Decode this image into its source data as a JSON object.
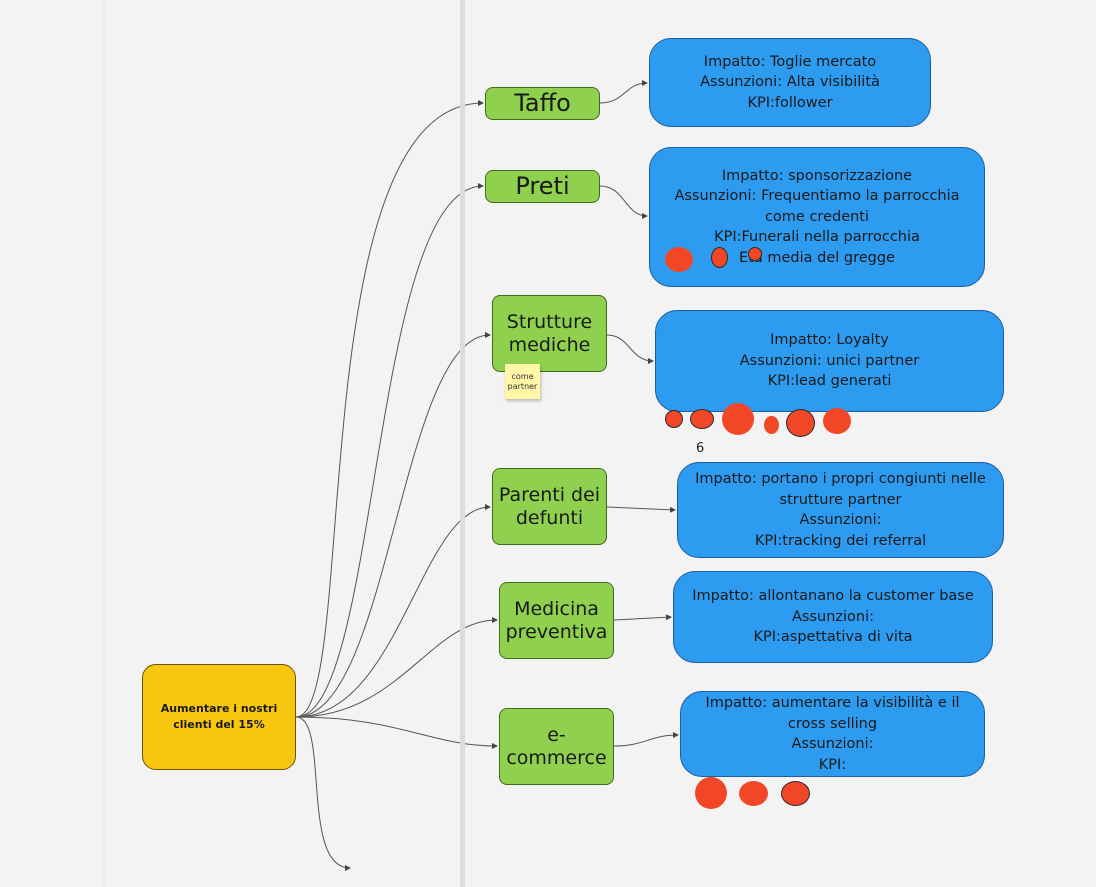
{
  "root": {
    "label": "Aumentare i nostri clienti del 15%"
  },
  "branches": [
    {
      "label": "Taffo",
      "detail": [
        "Impatto: Toglie mercato",
        "Assunzioni: Alta visibilità",
        "KPI:follower"
      ]
    },
    {
      "label": "Preti",
      "detail": [
        "Impatto: sponsorizzazione",
        "Assunzioni: Frequentiamo la parrocchia come credenti",
        "KPI:Funerali nella parrocchia",
        "Età media del gregge"
      ]
    },
    {
      "label": "Strutture mediche",
      "detail": [
        "Impatto: Loyalty",
        "Assunzioni: unici partner",
        "KPI:lead generati"
      ]
    },
    {
      "label": "Parenti dei defunti",
      "detail": [
        "Impatto: portano i propri congiunti nelle strutture partner",
        "Assunzioni:",
        "KPI:tracking dei referral"
      ]
    },
    {
      "label": "Medicina preventiva",
      "detail": [
        "Impatto: allontanano la customer base",
        "Assunzioni:",
        "KPI:aspettativa di vita"
      ]
    },
    {
      "label": "e-commerce",
      "detail": [
        "Impatto: aumentare la visibilità e il cross selling",
        "Assunzioni:",
        "KPI:"
      ]
    }
  ],
  "sticky_note": {
    "text": "come partner"
  },
  "vote_count": "6",
  "colors": {
    "background": "#f3f3f3",
    "root": "#fac710",
    "branch": "#8fd14f",
    "detail": "#2d9bf0",
    "vote_dot": "#f24726",
    "sticky": "#fff6a8"
  }
}
